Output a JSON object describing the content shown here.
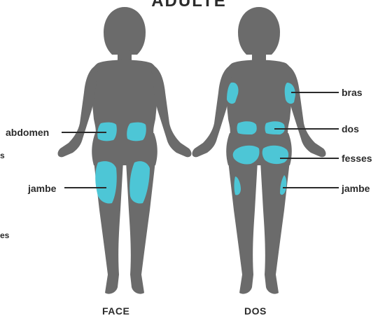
{
  "title": "ADULTE",
  "views": {
    "front": "FACE",
    "back": "DOS"
  },
  "labels": {
    "front": {
      "abdomen": "abdomen",
      "leg": "jambe"
    },
    "back": {
      "arm": "bras",
      "back": "dos",
      "buttocks": "fesses",
      "leg": "jambe"
    }
  },
  "cutoff_text": {
    "left_1": "s",
    "left_2": "es"
  },
  "colors": {
    "body": "#6b6b6b",
    "site": "#4dc6d6",
    "line": "#2b2b2b",
    "text": "#2b2b2b"
  }
}
